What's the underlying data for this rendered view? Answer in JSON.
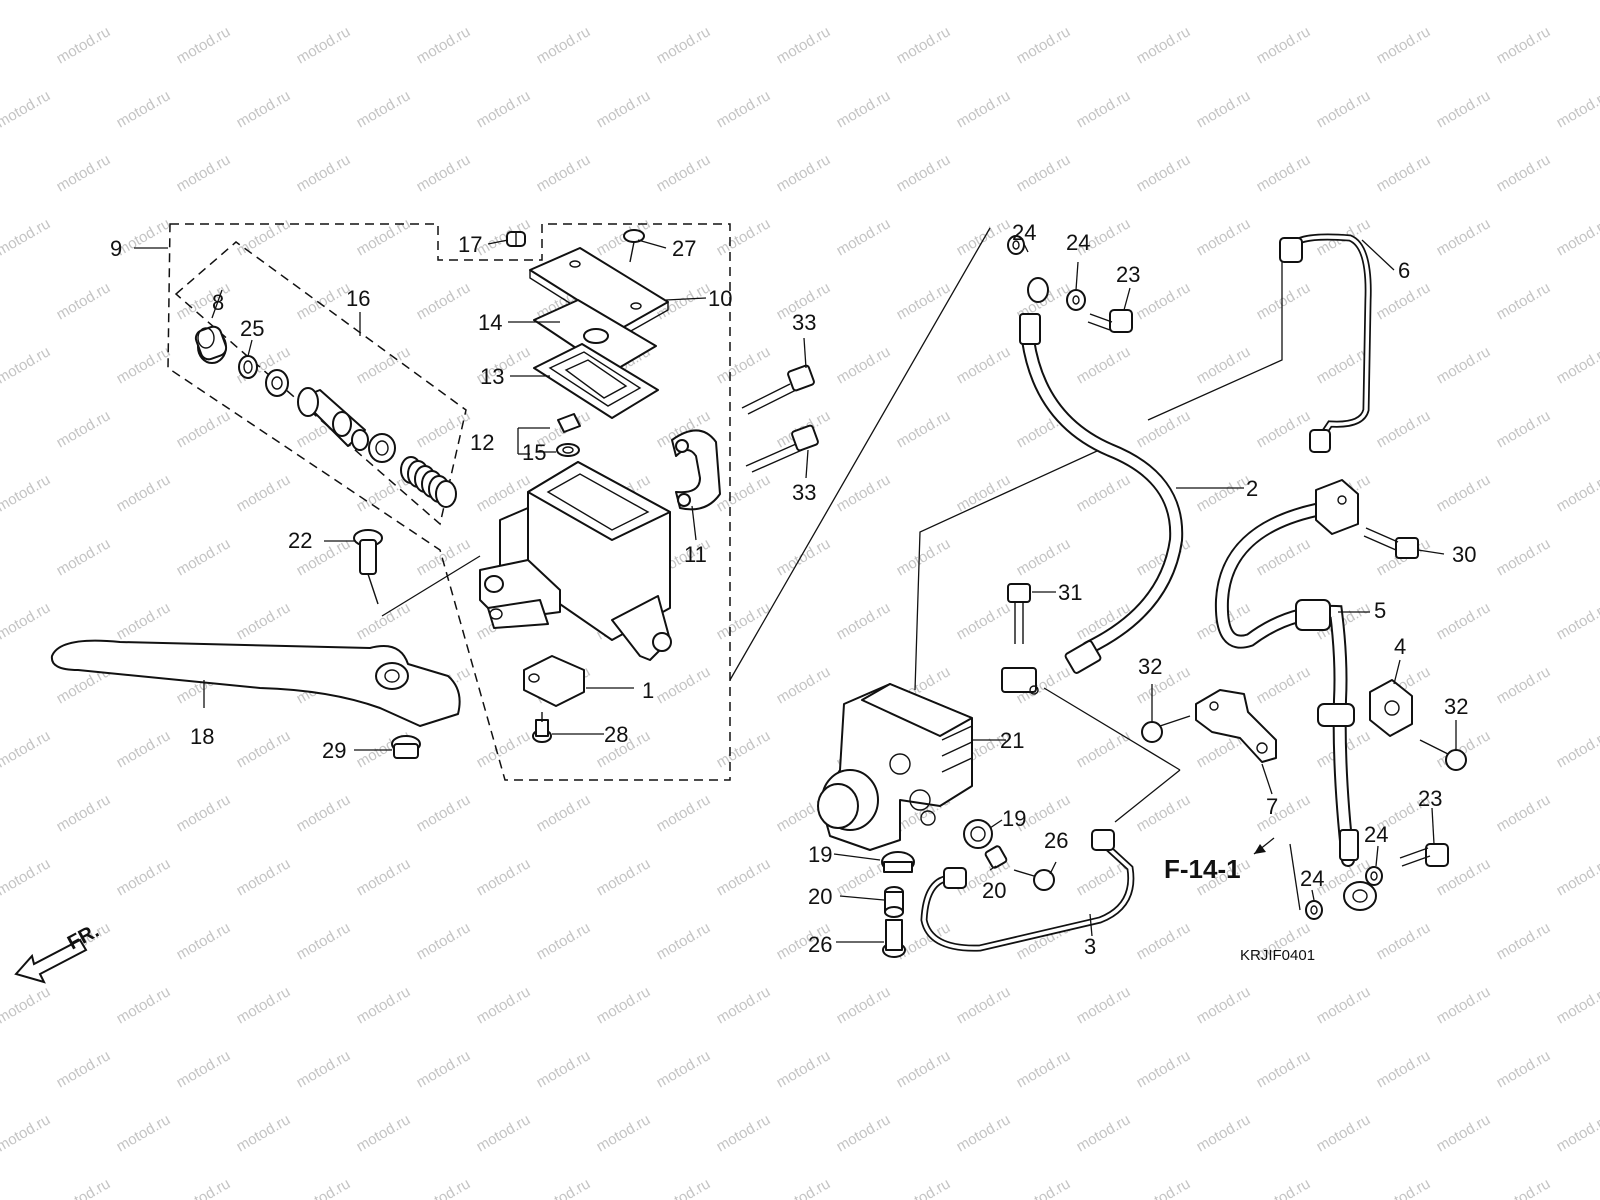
{
  "watermark": {
    "text": "motod.ru"
  },
  "diagram_code": "KRJIF0401",
  "reference": "F-14-1",
  "direction_label": "FR.",
  "callouts": [
    {
      "label": "1",
      "part": "switch"
    },
    {
      "label": "2",
      "part": "brake-hose-upper"
    },
    {
      "label": "3",
      "part": "brake-pipe"
    },
    {
      "label": "4",
      "part": "hose-clamp"
    },
    {
      "label": "5",
      "part": "brake-hose-lower"
    },
    {
      "label": "6",
      "part": "brake-pipe-right"
    },
    {
      "label": "7",
      "part": "pipe-bracket"
    },
    {
      "label": "8",
      "part": "boot"
    },
    {
      "label": "9",
      "part": "master-cylinder-assembly"
    },
    {
      "label": "10",
      "part": "reservoir-cap"
    },
    {
      "label": "11",
      "part": "holder"
    },
    {
      "label": "12",
      "part": "float-set"
    },
    {
      "label": "13",
      "part": "diaphragm"
    },
    {
      "label": "14",
      "part": "diaphragm-plate"
    },
    {
      "label": "15",
      "part": "float-ring"
    },
    {
      "label": "16",
      "part": "piston-set"
    },
    {
      "label": "17",
      "part": "bolt"
    },
    {
      "label": "18",
      "part": "brake-lever"
    },
    {
      "label": "19",
      "part": "rubber-mount"
    },
    {
      "label": "19",
      "part": "rubber-mount"
    },
    {
      "label": "20",
      "part": "collar"
    },
    {
      "label": "20",
      "part": "collar"
    },
    {
      "label": "21",
      "part": "abs-modulator"
    },
    {
      "label": "22",
      "part": "pivot-bolt"
    },
    {
      "label": "23",
      "part": "oil-bolt"
    },
    {
      "label": "23",
      "part": "oil-bolt"
    },
    {
      "label": "24",
      "part": "sealing-washer"
    },
    {
      "label": "24",
      "part": "sealing-washer"
    },
    {
      "label": "24",
      "part": "sealing-washer"
    },
    {
      "label": "24",
      "part": "sealing-washer"
    },
    {
      "label": "25",
      "part": "circlip"
    },
    {
      "label": "26",
      "part": "flange-bolt"
    },
    {
      "label": "26",
      "part": "flange-bolt"
    },
    {
      "label": "27",
      "part": "cap-screw"
    },
    {
      "label": "28",
      "part": "switch-screw"
    },
    {
      "label": "29",
      "part": "pivot-nut"
    },
    {
      "label": "30",
      "part": "bolt"
    },
    {
      "label": "31",
      "part": "bolt"
    },
    {
      "label": "32",
      "part": "flange-bolt"
    },
    {
      "label": "32",
      "part": "flange-bolt"
    },
    {
      "label": "33",
      "part": "holder-bolt"
    },
    {
      "label": "33",
      "part": "holder-bolt"
    }
  ]
}
